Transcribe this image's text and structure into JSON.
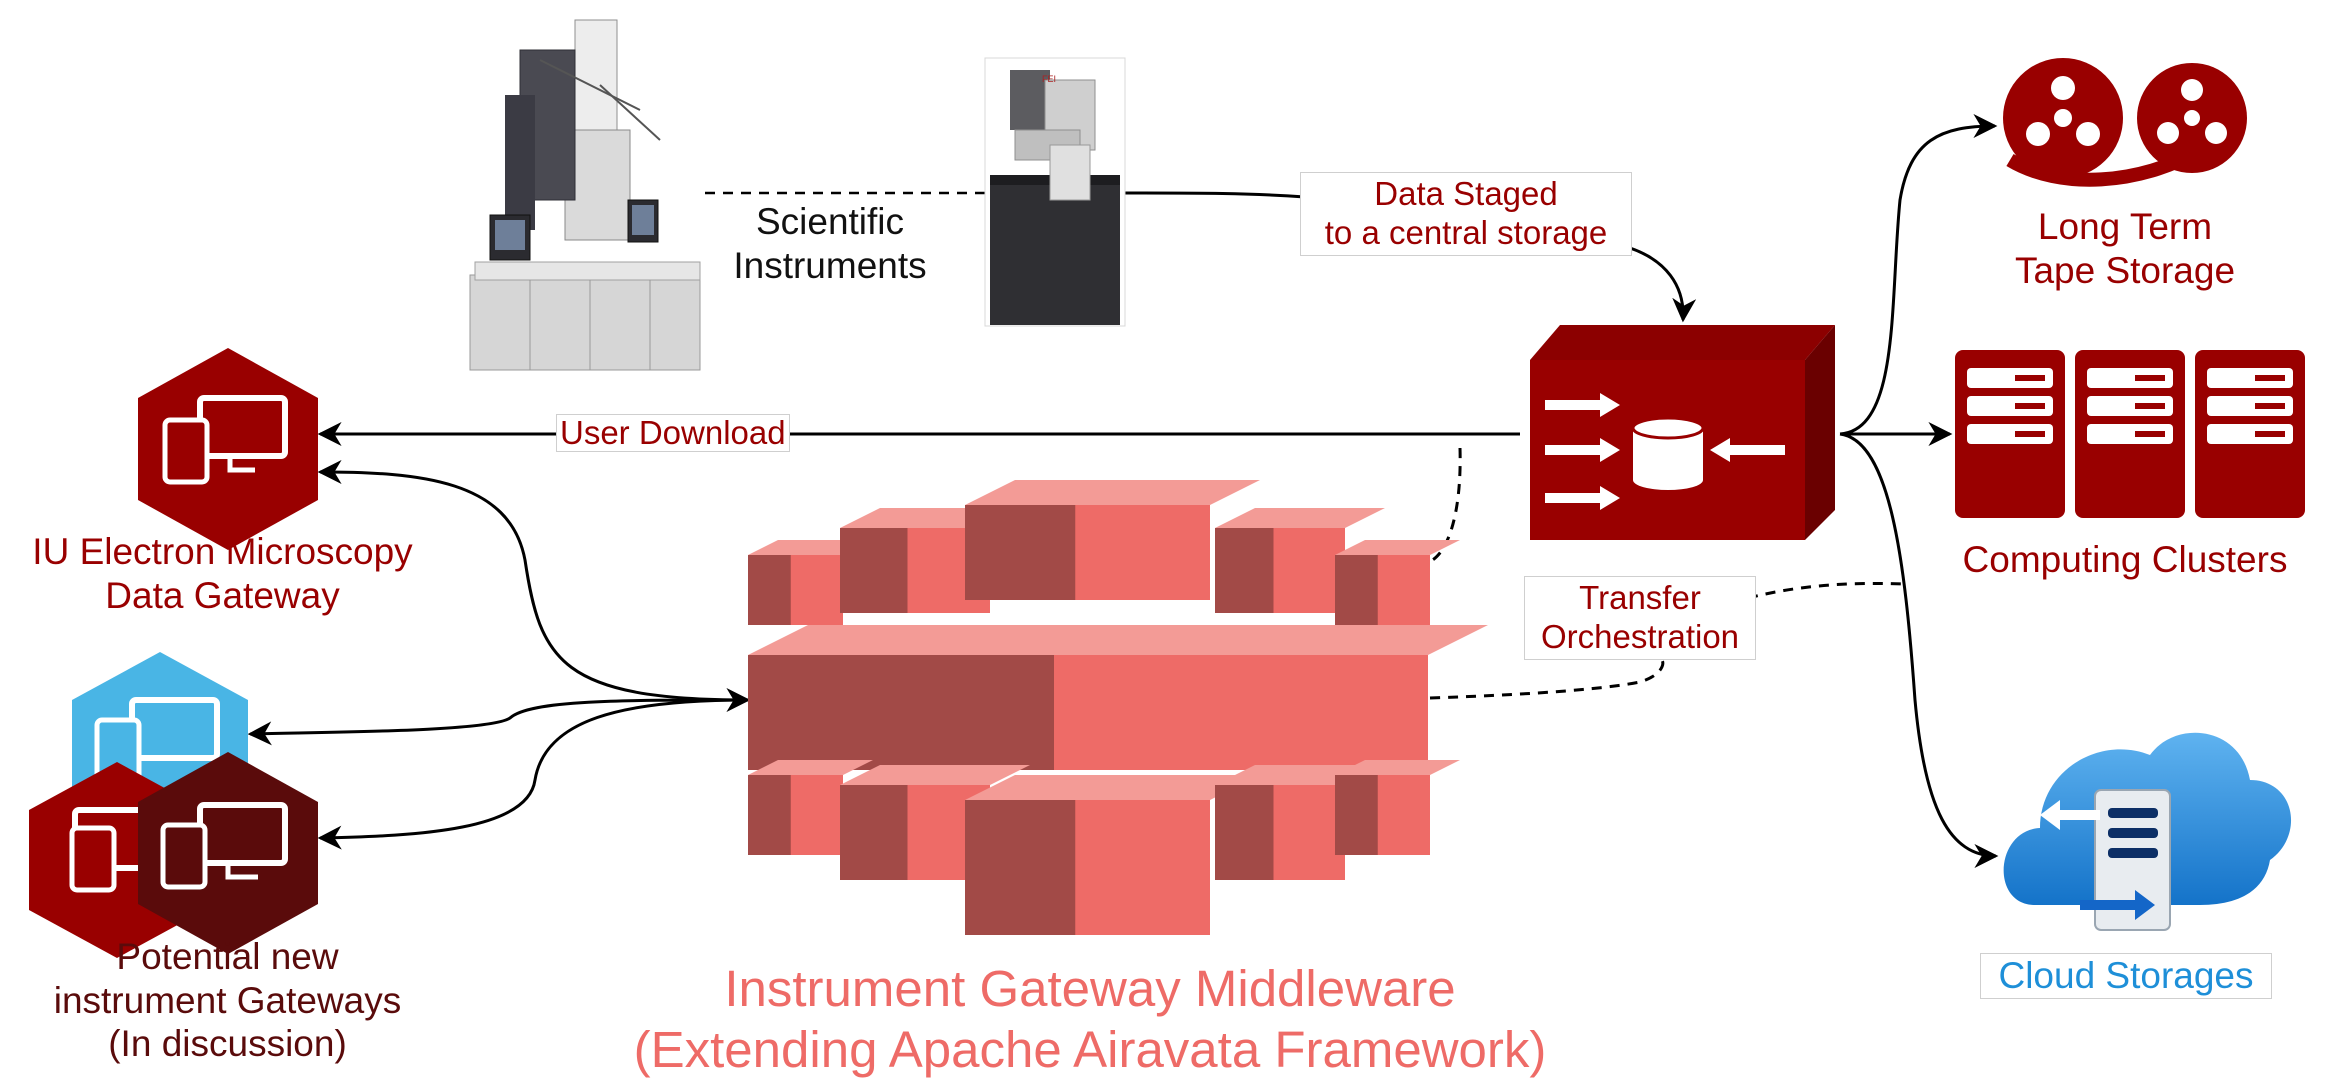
{
  "labels": {
    "scientific_instruments": [
      "Scientific",
      "Instruments"
    ],
    "data_staged": [
      "Data Staged",
      "to a central storage"
    ],
    "user_download": "User Download",
    "transfer_orchestration": [
      "Transfer",
      "Orchestration"
    ],
    "iu_gateway": [
      "IU Electron Microscopy",
      "Data Gateway"
    ],
    "potential_gateways": [
      "Potential new",
      "instrument Gateways",
      "(In discussion)"
    ],
    "middleware": [
      "Instrument Gateway Middleware",
      "(Extending Apache Airavata Framework)"
    ],
    "tape_storage": [
      "Long Term",
      "Tape Storage"
    ],
    "computing_clusters": "Computing Clusters",
    "cloud_storages": "Cloud Storages"
  },
  "icons": {
    "tem_microscope": "tem-microscope-photo",
    "sem_microscope": "sem-microscope-photo",
    "central_storage": "central-storage-cube-icon",
    "tape": "tape-reel-icon",
    "clusters": "server-rack-icon",
    "cloud": "cloud-storage-icon",
    "gateway": "gateway-hexagon-icon",
    "middleware": "middleware-blocks-icon"
  },
  "colors": {
    "accent_red": "#990000",
    "middleware_coral": "#ee6b67",
    "middleware_dark": "#a24a47",
    "gateway_blue": "#49b5e5",
    "gateway_maroon": "#5a0b0b",
    "cloud_blue": "#1e8fd8"
  }
}
